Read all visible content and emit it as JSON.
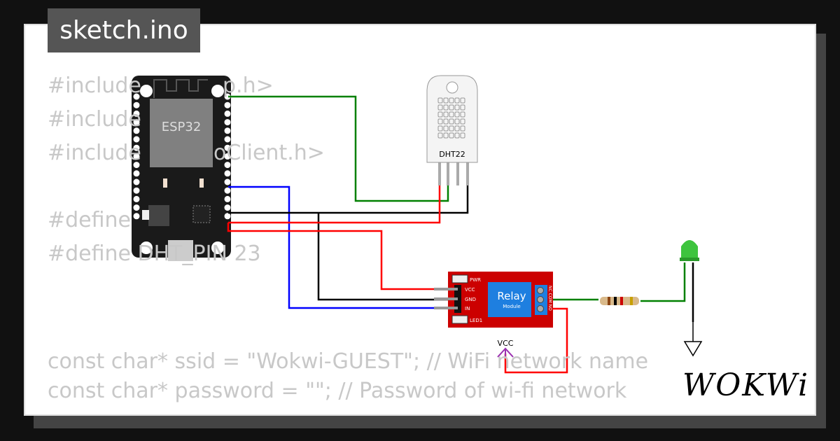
{
  "title": "sketch.ino",
  "code": {
    "line1_start": "#include",
    "line1_end": "p.h>",
    "line2_start": "#include",
    "line3_start": "#include",
    "line3_end": "oClient.h>",
    "line5_start": "#define",
    "line6": "#define DHT_PIN 23",
    "line8": "const char* ssid = \"Wokwi-GUEST\"; // WiFi network name",
    "line9": "const char* password = \"\"; // Password of wi-fi network"
  },
  "parts": {
    "esp32_label": "ESP32",
    "dht_label": "DHT22",
    "relay_label": "Relay",
    "relay_sublabel": "Module",
    "relay_pins": [
      "VCC",
      "GND",
      "IN"
    ],
    "relay_leds": [
      "PWR",
      "LED1"
    ],
    "relay_terminals": "NC COM NO",
    "vcc_label": "VCC"
  },
  "logo": "WOKWi",
  "colors": {
    "wire_green": "#008000",
    "wire_blue": "#0000ff",
    "wire_black": "#000000",
    "wire_red": "#ff0000",
    "relay": "#cc0000",
    "relay_block": "#1e7fe0",
    "vcc": "#9b30b0"
  }
}
